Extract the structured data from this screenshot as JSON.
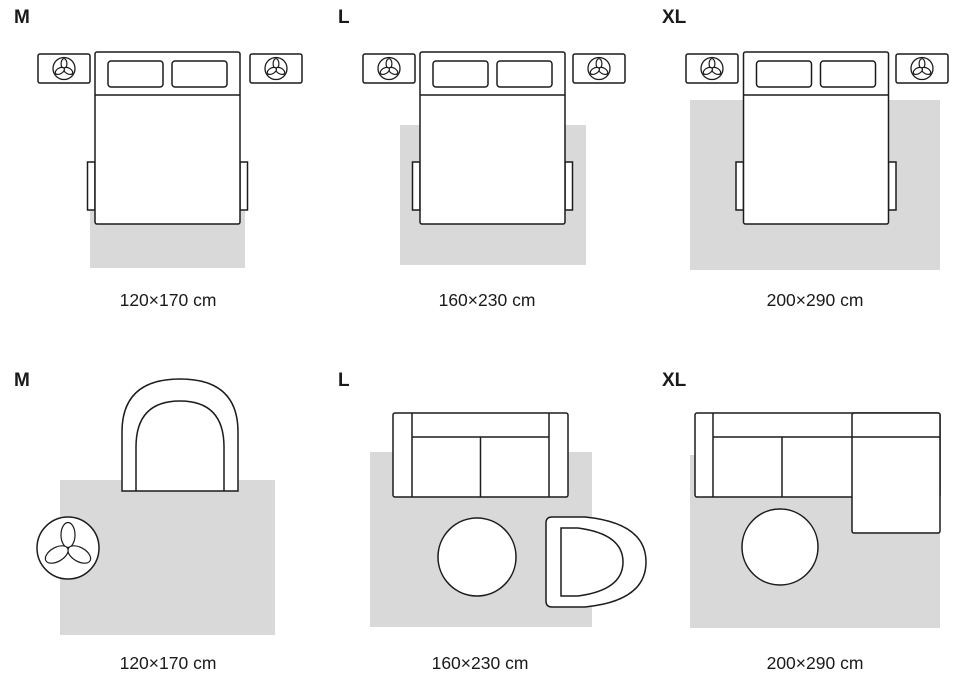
{
  "colors": {
    "rug_fill": "#d9d9d9",
    "outline": "#1c1c1c",
    "text": "#1a1a1a",
    "background": "#ffffff"
  },
  "rows": [
    {
      "name": "bedroom",
      "panels": [
        {
          "size": "M",
          "dimensions": "120×170 cm"
        },
        {
          "size": "L",
          "dimensions": "160×230 cm"
        },
        {
          "size": "XL",
          "dimensions": "200×290 cm"
        }
      ]
    },
    {
      "name": "living-room",
      "panels": [
        {
          "size": "M",
          "dimensions": "120×170 cm"
        },
        {
          "size": "L",
          "dimensions": "160×230 cm"
        },
        {
          "size": "XL",
          "dimensions": "200×290 cm"
        }
      ]
    }
  ]
}
